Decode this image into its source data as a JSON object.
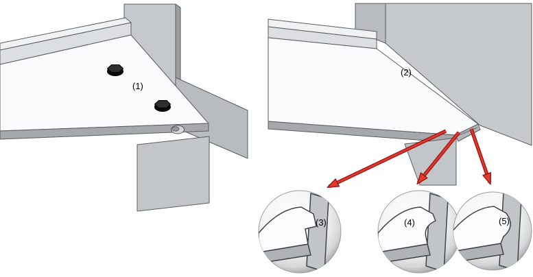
{
  "figure": {
    "labels": {
      "view1": "(1)",
      "view2": "(2)",
      "detail3": "(3)",
      "detail4": "(4)",
      "detail5": "(5)"
    },
    "colors": {
      "arrow": "#e03a2e",
      "arrow_dark": "#9e1515",
      "outline": "#5a5d5f",
      "surface_white": "#fafbfc",
      "surface_light": "#dcdfe1",
      "surface_mid": "#c6c9cc",
      "surface_dark": "#a6a9ac",
      "bolt": "#1a1a1a",
      "background": "#ffffff"
    }
  }
}
